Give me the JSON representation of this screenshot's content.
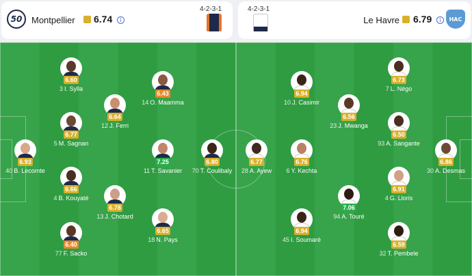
{
  "home": {
    "crest_text": "50",
    "name": "Montpellier",
    "rating": "6.74",
    "formation": "4-2-3-1",
    "info": "i",
    "players": [
      {
        "number": "3",
        "name": "I. Sylla",
        "rating": "6.60",
        "tier": "yellow",
        "skin": "#5a3a28"
      },
      {
        "number": "12",
        "name": "J. Ferri",
        "rating": "6.64",
        "tier": "yellow",
        "skin": "#c98f6e"
      },
      {
        "number": "14",
        "name": "O. Maamma",
        "rating": "6.43",
        "tier": "orange",
        "skin": "#8a5a40"
      },
      {
        "number": "5",
        "name": "M. Sagnan",
        "rating": "6.77",
        "tier": "yellow",
        "skin": "#6b4a35"
      },
      {
        "number": "40",
        "name": "B. Lecomte",
        "rating": "6.93",
        "tier": "yellow",
        "skin": "#d8a88a"
      },
      {
        "number": "11",
        "name": "T. Savanier",
        "rating": "7.25",
        "tier": "green",
        "skin": "#c0866a"
      },
      {
        "number": "70",
        "name": "T. Coulibaly",
        "rating": "6.80",
        "tier": "yellow",
        "skin": "#3a2418"
      },
      {
        "number": "4",
        "name": "B. Kouyaté",
        "rating": "6.66",
        "tier": "yellow",
        "skin": "#4a2e20"
      },
      {
        "number": "13",
        "name": "J. Chotard",
        "rating": "6.78",
        "tier": "yellow",
        "skin": "#caa088"
      },
      {
        "number": "18",
        "name": "N. Pays",
        "rating": "6.65",
        "tier": "yellow",
        "skin": "#d9ac92"
      },
      {
        "number": "77",
        "name": "F. Sacko",
        "rating": "6.40",
        "tier": "orange",
        "skin": "#5a3826"
      }
    ]
  },
  "away": {
    "crest_text": "HAC",
    "name": "Le Havre",
    "rating": "6.79",
    "formation": "4-2-3-1",
    "info": "i",
    "players": [
      {
        "number": "7",
        "name": "L. Négo",
        "rating": "6.73",
        "tier": "yellow",
        "skin": "#4a2e20"
      },
      {
        "number": "10",
        "name": "J. Casimir",
        "rating": "6.94",
        "tier": "yellow",
        "skin": "#3a2418"
      },
      {
        "number": "23",
        "name": "J. Mwanga",
        "rating": "6.56",
        "tier": "yellow",
        "skin": "#5a3826"
      },
      {
        "number": "93",
        "name": "A. Sangante",
        "rating": "6.50",
        "tier": "yellow",
        "skin": "#4a2e20"
      },
      {
        "number": "28",
        "name": "A. Ayew",
        "rating": "6.77",
        "tier": "yellow",
        "skin": "#3e2a1e"
      },
      {
        "number": "6",
        "name": "Y. Kechta",
        "rating": "6.76",
        "tier": "yellow",
        "skin": "#b88066"
      },
      {
        "number": "30",
        "name": "A. Desmas",
        "rating": "6.86",
        "tier": "yellow",
        "skin": "#6b4a35"
      },
      {
        "number": "4",
        "name": "G. Lloris",
        "rating": "6.91",
        "tier": "yellow",
        "skin": "#d0a088"
      },
      {
        "number": "94",
        "name": "A. Touré",
        "rating": "7.06",
        "tier": "green",
        "skin": "#2e1c12"
      },
      {
        "number": "45",
        "name": "I. Soumaré",
        "rating": "6.94",
        "tier": "yellow",
        "skin": "#3a2418"
      },
      {
        "number": "32",
        "name": "T. Pembele",
        "rating": "6.59",
        "tier": "yellow",
        "skin": "#2e1c12"
      }
    ]
  },
  "colors": {
    "yellow": "#d8b02c",
    "orange": "#e8892a",
    "green": "#27b04a",
    "home_shirt": "#1e2a4a",
    "away_shirt": "#ffffff"
  }
}
